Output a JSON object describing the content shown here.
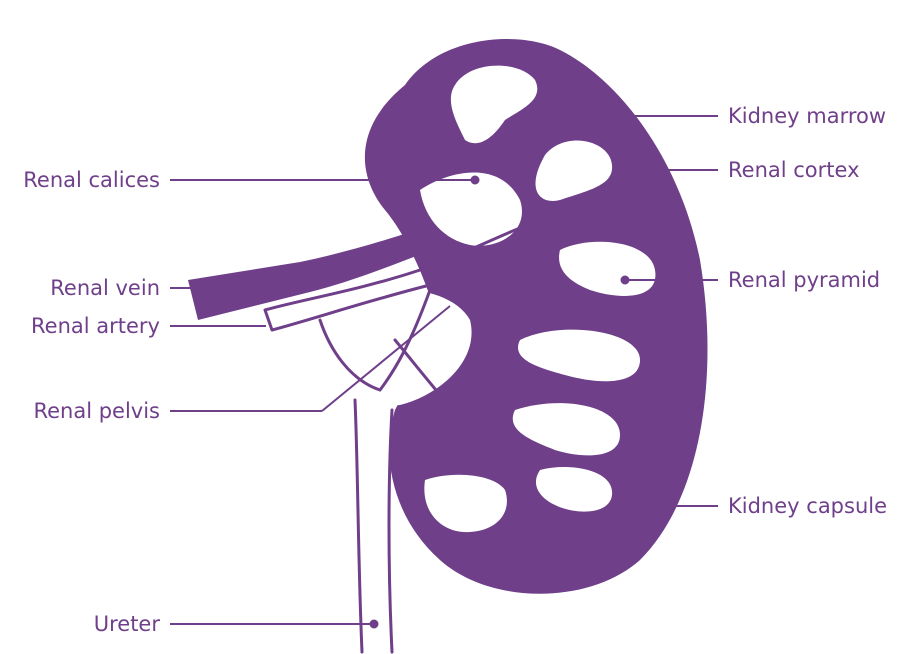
{
  "theme": {
    "accent": "#6f3f8a",
    "background": "#ffffff"
  },
  "labels": {
    "kidney_marrow": "Kidney marrow",
    "renal_cortex": "Renal cortex",
    "renal_pyramid": "Renal pyramid",
    "kidney_capsule": "Kidney capsule",
    "renal_calices": "Renal calices",
    "renal_vein": "Renal vein",
    "renal_artery": "Renal artery",
    "renal_pelvis": "Renal pelvis",
    "ureter": "Ureter"
  }
}
